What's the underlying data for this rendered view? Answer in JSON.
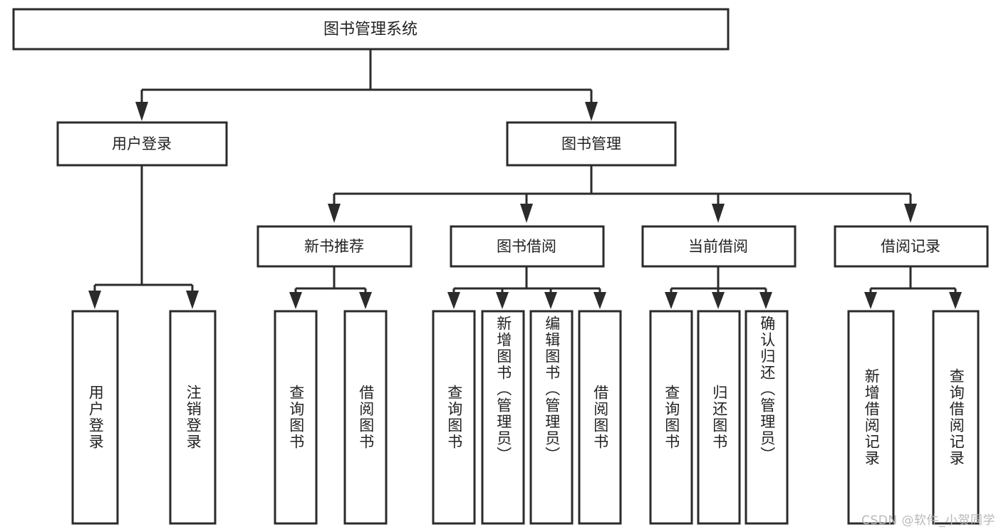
{
  "diagram": {
    "title": "图书管理系统",
    "type": "tree-hierarchy-diagram",
    "colors": {
      "box_fill": "#ffffff",
      "box_stroke": "#2b2b2b",
      "text": "#222222",
      "background": "#ffffff",
      "watermark": "#b8b8b8"
    },
    "watermark": "CSDN @软件_小贺同学",
    "root": {
      "label": "图书管理系统"
    },
    "level2": [
      {
        "label": "用户登录"
      },
      {
        "label": "图书管理"
      }
    ],
    "level3": [
      {
        "label": "新书推荐"
      },
      {
        "label": "图书借阅"
      },
      {
        "label": "当前借阅"
      },
      {
        "label": "借阅记录"
      }
    ],
    "leaves": {
      "user_login": [
        {
          "label": "用户登录"
        },
        {
          "label": "注销登录"
        }
      ],
      "new_book_recommend": [
        {
          "label": "查询图书"
        },
        {
          "label": "借阅图书"
        }
      ],
      "book_borrow": [
        {
          "label": "查询图书"
        },
        {
          "label": "新增图书（管理员）"
        },
        {
          "label": "编辑图书（管理员）"
        },
        {
          "label": "借阅图书"
        }
      ],
      "current_borrow": [
        {
          "label": "查询图书"
        },
        {
          "label": "归还图书"
        },
        {
          "label": "确认归还（管理员）"
        }
      ],
      "borrow_record": [
        {
          "label": "新增借阅记录"
        },
        {
          "label": "查询借阅记录"
        }
      ]
    }
  }
}
